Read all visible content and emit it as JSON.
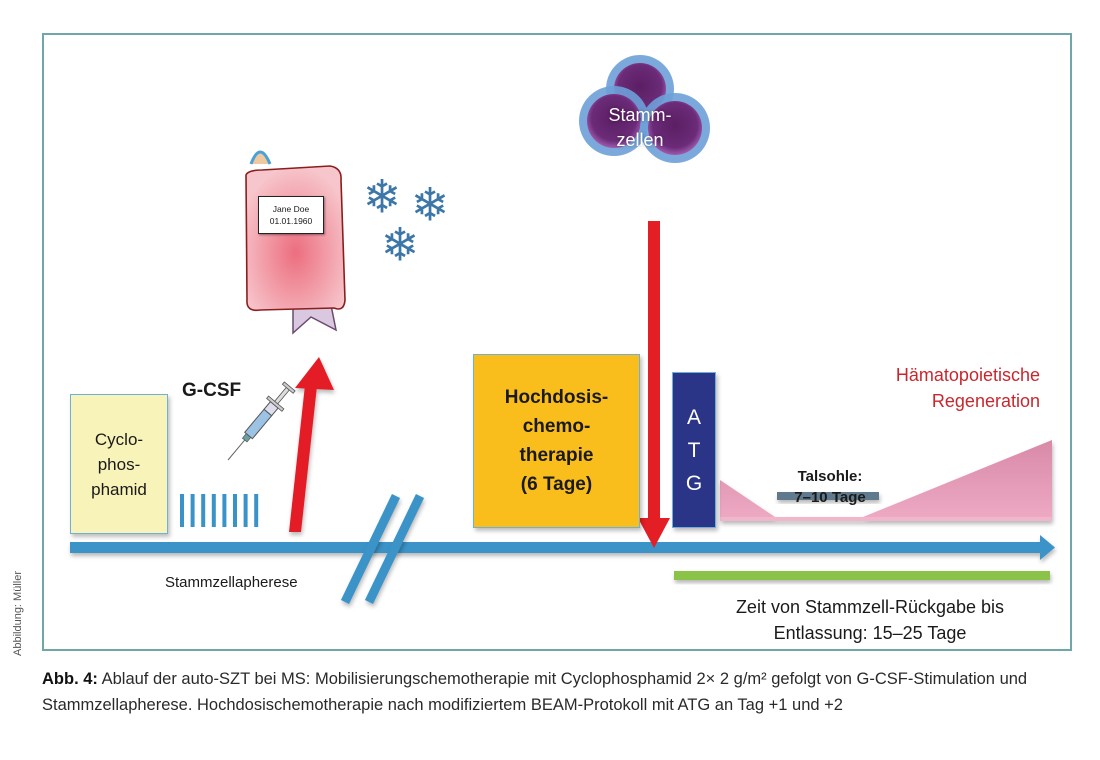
{
  "figure": {
    "credit": "Abbildung: Müller",
    "cyclophosphamid_lines": [
      "Cyclo-",
      "phos-",
      "phamid"
    ],
    "gcsf_label": "G-CSF",
    "gcsf_injection_count": 8,
    "blood_bag": {
      "name": "Jane Doe",
      "date": "01.01.1960"
    },
    "snowflake_count": 3,
    "stem_cells_lines": [
      "Stamm-",
      "zellen"
    ],
    "apherese_label": "Stammzellapherese",
    "high_dose_lines": [
      "Hochdosis-",
      "chemo-",
      "therapie",
      "(6 Tage)"
    ],
    "atg_letters": [
      "A",
      "T",
      "G"
    ],
    "regeneration_lines": [
      "Hämatopoietische",
      "Regeneration"
    ],
    "nadir_lines": [
      "Talsohle:",
      "7–10 Tage"
    ],
    "discharge_lines": [
      "Zeit von Stammzell-Rückgabe bis",
      "Entlassung: 15–25 Tage"
    ],
    "colors": {
      "frame": "#6fa6a9",
      "timeline": "#3a93c8",
      "arrow_red": "#e41e25",
      "cyclophosphamid_fill": "#f8f3b8",
      "high_dose_fill": "#f9bd1c",
      "atg_fill": "#2b3588",
      "regeneration_fill": "#dc94b0",
      "nadir_bar": "#5f7a8c",
      "discharge_bar": "#8bc34a",
      "regeneration_text": "#c9272d",
      "snowflake": "#3c77a8"
    }
  },
  "caption": {
    "label": "Abb. 4:",
    "text": " Ablauf der auto-SZT bei MS: Mobilisierungschemotherapie mit Cyclophosphamid 2× 2 g/m² gefolgt von G-CSF-Stimulation und Stammzellapherese. Hochdosischemotherapie nach modifiziertem BEAM-Protokoll mit ATG an Tag +1 und +2"
  }
}
